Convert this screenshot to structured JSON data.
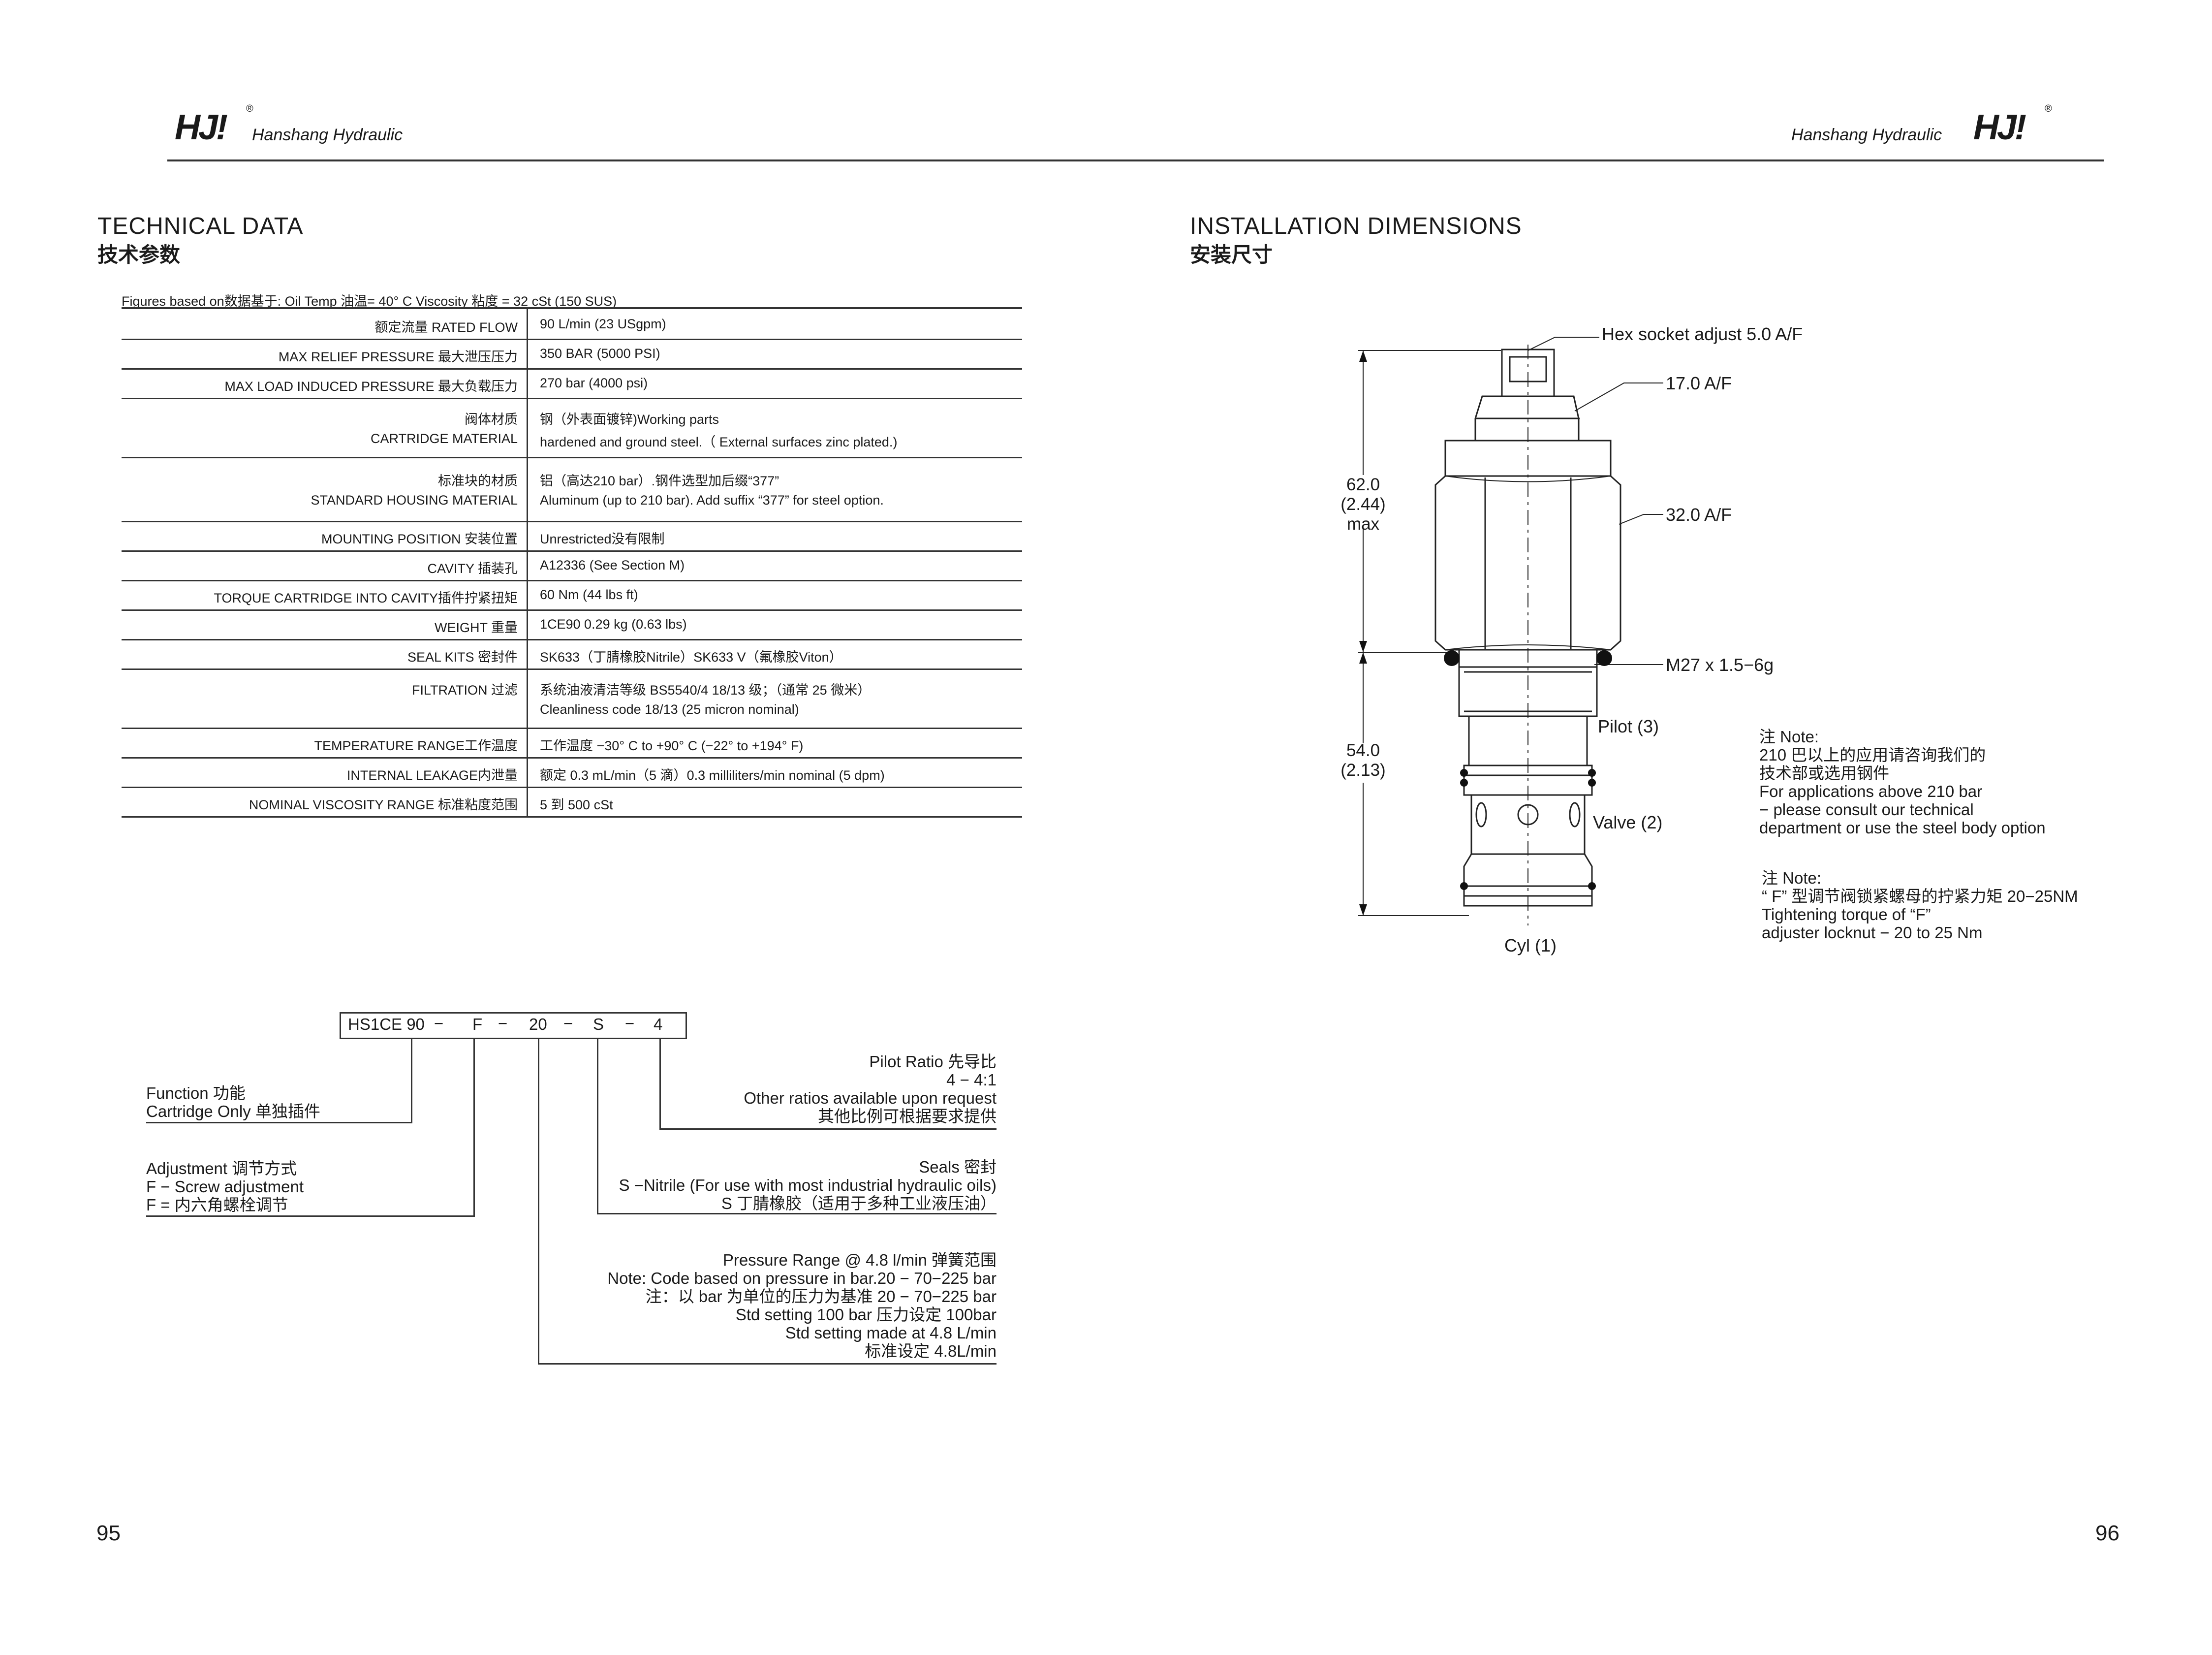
{
  "header": {
    "logo_text": "HJ!",
    "registered": "®",
    "brand": "Hanshang Hydraulic"
  },
  "left": {
    "title_en": "TECHNICAL DATA",
    "title_zh": "技术参数",
    "figures_basis": "Figures based on数据基于: Oil Temp 油温= 40°   C  Viscosity 粘度 = 32 cSt (150 SUS)",
    "spec_rows": [
      {
        "label": [
          "额定流量 RATED FLOW"
        ],
        "value": [
          "90 L/min (23 USgpm)"
        ]
      },
      {
        "label": [
          "MAX RELIEF PRESSURE 最大泄压压力"
        ],
        "value": [
          "350 BAR (5000 PSI)"
        ]
      },
      {
        "label": [
          "MAX LOAD INDUCED PRESSURE 最大负载压力"
        ],
        "value": [
          "270 bar (4000 psi)"
        ]
      },
      {
        "label": [
          "阀体材质",
          "CARTRIDGE MATERIAL"
        ],
        "value": [
          "钢（外表面镀锌)Working parts",
          "hardened and ground steel.（ External surfaces zinc plated.)"
        ]
      },
      {
        "label": [
          "标准块的材质",
          "STANDARD HOUSING MATERIAL"
        ],
        "value": [
          "铝（高达210 bar）.钢件选型加后缀“377”",
          "Aluminum (up to 210 bar). Add suffix “377” for steel option."
        ]
      },
      {
        "label": [
          "MOUNTING POSITION 安装位置"
        ],
        "value": [
          "Unrestricted没有限制"
        ]
      },
      {
        "label": [
          "CAVITY 插装孔"
        ],
        "value": [
          "A12336 (See Section M)"
        ]
      },
      {
        "label": [
          "TORQUE CARTRIDGE INTO CAVITY插件拧紧扭矩"
        ],
        "value": [
          "60 Nm (44 lbs ft)"
        ]
      },
      {
        "label": [
          "WEIGHT 重量"
        ],
        "value": [
          "1CE90  0.29 kg (0.63 lbs)"
        ]
      },
      {
        "label": [
          "SEAL KITS 密封件"
        ],
        "value": [
          "SK633（丁腈橡胶Nitrile）SK633 V（氟橡胶Viton）"
        ]
      },
      {
        "label": [
          "FILTRATION 过滤"
        ],
        "value": [
          "系统油液清洁等级 BS5540/4 18/13 级；（通常 25 微米）",
          "Cleanliness code 18/13 (25 micron nominal)"
        ]
      },
      {
        "label": [
          "TEMPERATURE RANGE工作温度"
        ],
        "value": [
          "工作温度 −30°  C to +90°  C (−22°   to +194°  F)"
        ]
      },
      {
        "label": [
          "INTERNAL LEAKAGE内泄量"
        ],
        "value": [
          "额定 0.3 mL/min（5 滴）0.3 milliliters/min nominal (5 dpm)"
        ]
      },
      {
        "label": [
          "NOMINAL VISCOSITY RANGE 标准粘度范围"
        ],
        "value": [
          "5 到 500 cSt"
        ]
      }
    ],
    "ordering": {
      "segments": [
        "HS1CE 90",
        "F",
        "20",
        "S",
        "4"
      ],
      "dash": "−",
      "function_lines": [
        "Function 功能",
        "Cartridge Only 单独插件"
      ],
      "adjustment_lines": [
        "Adjustment 调节方式",
        "F − Screw adjustment",
        "F = 内六角螺栓调节"
      ],
      "pilot_ratio_lines": [
        "Pilot Ratio 先导比",
        "4 − 4:1",
        "Other ratios available upon request",
        "其他比例可根据要求提供"
      ],
      "seals_lines": [
        "Seals 密封",
        "S −Nitrile (For use with most industrial hydraulic oils)",
        "S 丁腈橡胶（适用于多种工业液压油）"
      ],
      "pressure_lines": [
        "Pressure Range @ 4.8 l/min  弹簧范围",
        "Note: Code based on pressure in bar.20 − 70−225 bar",
        "注：以 bar 为单位的压力为基准 20 − 70−225 bar",
        "Std setting 100 bar 压力设定 100bar",
        "Std setting made at 4.8 L/min",
        "标准设定 4.8L/min"
      ]
    },
    "page_number": "95"
  },
  "right": {
    "title_en": "INSTALLATION DIMENSIONS",
    "title_zh": "安装尺寸",
    "callouts": {
      "hex_socket": "Hex socket adjust 5.0 A/F",
      "af17": "17.0 A/F",
      "af32": "32.0 A/F",
      "thread": "M27 x 1.5−6g",
      "pilot": "Pilot (3)",
      "valve": "Valve (2)",
      "cyl": "Cyl (1)"
    },
    "dim_upper": [
      "62.0",
      "(2.44)",
      "max"
    ],
    "dim_lower": [
      "54.0",
      "(2.13)"
    ],
    "note1_lines": [
      "注 Note:",
      "210 巴以上的应用请咨询我们的",
      "技术部或选用钢件",
      "For applications above 210 bar",
      "− please consult our technical",
      "department or use the steel body option"
    ],
    "note2_lines": [
      "注 Note:",
      "“ F” 型调节阀锁紧螺母的拧紧力矩 20−25NM",
      "Tightening torque of “F”",
      "adjuster locknut − 20 to 25 Nm"
    ],
    "page_number": "96"
  }
}
